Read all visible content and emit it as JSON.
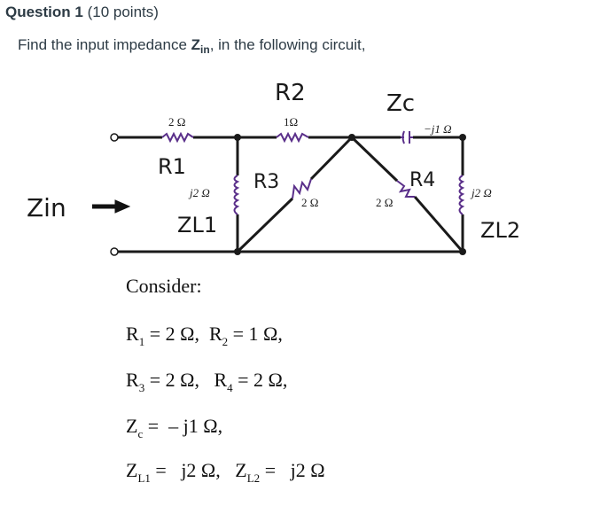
{
  "header": {
    "question": "Question 1",
    "points": "(10 points)"
  },
  "prompt": {
    "before": "Find the input impedance ",
    "symbol": "Z",
    "subscript": "in",
    "after": ", in the following circuit,"
  },
  "circuit": {
    "labels": {
      "zin": "Zin",
      "r1": "R1",
      "r1_val": "2 Ω",
      "r2": "R2",
      "r2_val": "1Ω",
      "zc": "Zc",
      "zc_val": "−j1 Ω",
      "r3": "R3",
      "r3_val": "2 Ω",
      "r4": "R4",
      "r4_val": "2 Ω",
      "zl1": "ZL1",
      "zl1_val": "j2 Ω",
      "zl2": "ZL2",
      "zl2_val": "j2 Ω"
    }
  },
  "consider": {
    "title": "Consider:",
    "line1": {
      "a": "R",
      "a_sub": "1",
      "a_val": " = 2 Ω,  ",
      "b": "R",
      "b_sub": "2",
      "b_val": " = 1 Ω,"
    },
    "line2": {
      "a": "R",
      "a_sub": "3",
      "a_val": " = 2 Ω,   ",
      "b": "R",
      "b_sub": "4",
      "b_val": " = 2 Ω,"
    },
    "line3": {
      "a": "Z",
      "a_sub": "c",
      "a_val": " =  – j1 Ω,"
    },
    "line4": {
      "a": "Z",
      "a_sub": "L1",
      "a_val": " =   j2 Ω,   ",
      "b": "Z",
      "b_sub": "L2",
      "b_val": " =   j2 Ω"
    }
  }
}
